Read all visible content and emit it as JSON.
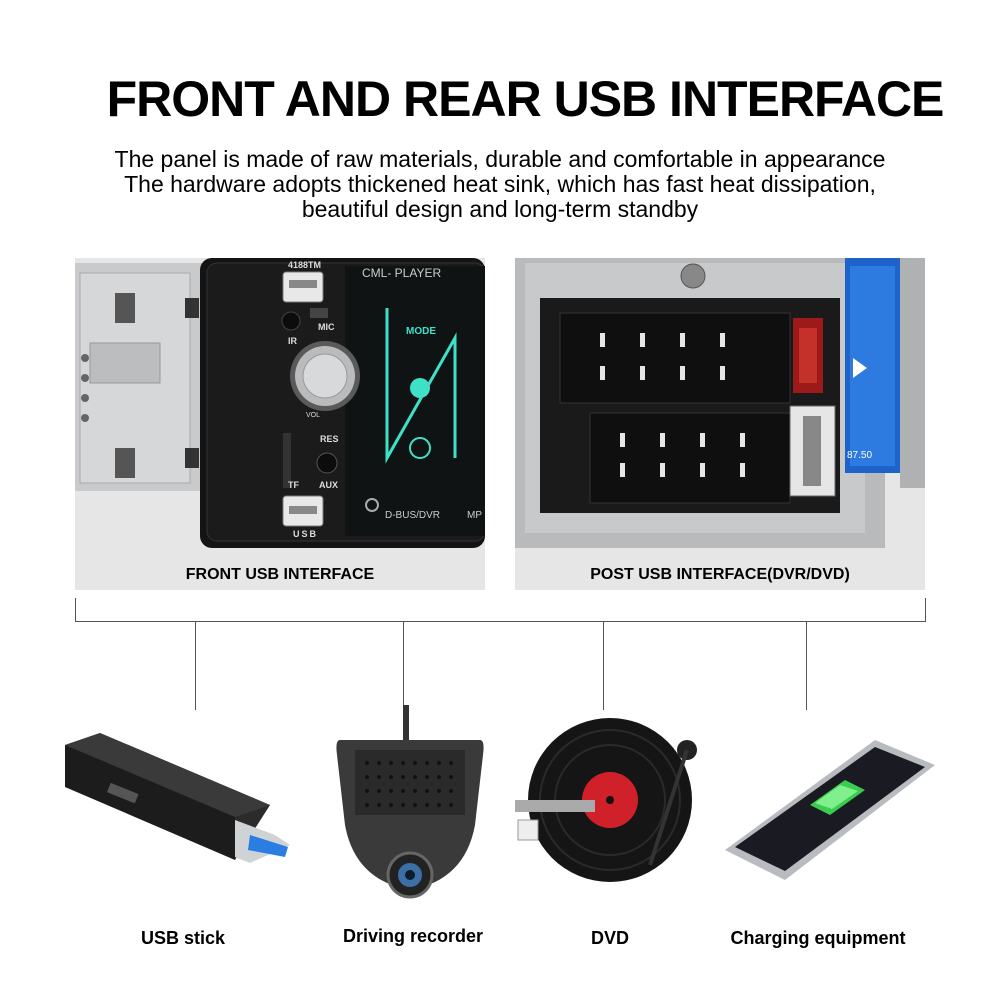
{
  "header": {
    "title": "FRONT AND REAR USB INTERFACE",
    "lines": [
      "The panel is made of raw materials, durable and comfortable in appearance",
      "The hardware adopts thickened heat sink, which has fast heat dissipation,",
      "beautiful design and long-term standby"
    ]
  },
  "front_panel": {
    "caption": "FRONT USB INTERFACE",
    "model": "4188TM",
    "brand": "CML- PLAYER",
    "labels": {
      "mic": "MIC",
      "ir": "IR",
      "vol": "VOL",
      "res": "RES",
      "tf": "TF",
      "aux": "AUX",
      "usb": "USB",
      "mode": "MODE",
      "dbus": "D-BUS/DVR",
      "mp": "MP"
    }
  },
  "rear_panel": {
    "caption": "POST USB INTERFACE(DVR/DVD)",
    "screen_value": "87.50"
  },
  "devices": [
    {
      "label": "USB stick",
      "icon": "usb-stick-icon"
    },
    {
      "label": "Driving recorder",
      "icon": "dash-camera-icon"
    },
    {
      "label": "DVD",
      "icon": "vinyl-record-icon"
    },
    {
      "label": "Charging equipment",
      "icon": "smartphone-icon"
    }
  ],
  "colors": {
    "accent_cyan": "#3fe0c8",
    "usb_blue": "#2a7de1",
    "record_red": "#d0202a"
  }
}
